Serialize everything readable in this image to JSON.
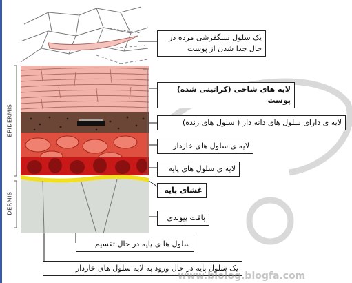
{
  "diagram": {
    "side_labels": {
      "epidermis": "EPIDERMIS",
      "dermis": "DERMIS"
    },
    "labels": [
      {
        "id": "dead-cell",
        "text": "یک سلول سنگفرشی مرده در حال جدا شدن از پوست"
      },
      {
        "id": "horny-layer",
        "text": "لایه های شاخی (کراتینی شده) پوست"
      },
      {
        "id": "granular-layer",
        "text": "لایه ی دارای سلول های دانه دار ( سلول های زنده)"
      },
      {
        "id": "spinous-layer",
        "text": "لایه ی سلول های خاردار"
      },
      {
        "id": "basal-layer",
        "text": "لایه ی سلول های پایه"
      },
      {
        "id": "basement-membrane",
        "text": "غشای پایه"
      },
      {
        "id": "connective-tissue",
        "text": "بافت پیوندی"
      },
      {
        "id": "dividing-basal-cells",
        "text": "سلول ها ی پایه در حال تقسیم"
      },
      {
        "id": "basal-cell-entering",
        "text": "یک سلول پایه در حال ورود به لایه سلول های خاردار"
      }
    ],
    "watermark": "www.biolog.blogfa.com",
    "colors": {
      "horny": "#f2b3aa",
      "granular": "#6b4636",
      "spinous": "#e05040",
      "basal": "#c81818",
      "membrane": "#f0e020",
      "dermis": "#d8dcd6"
    }
  }
}
